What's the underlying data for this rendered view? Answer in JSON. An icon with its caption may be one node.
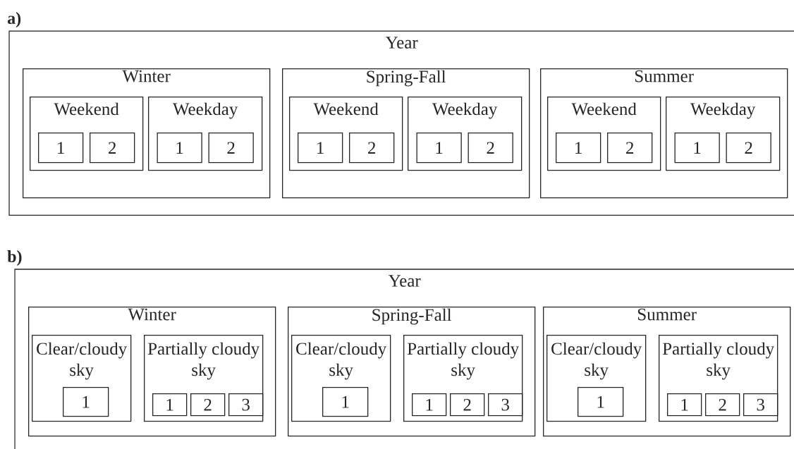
{
  "diagram": {
    "nodes": [
      {
        "text": [
          "Year"
        ]
      },
      {
        "text": [
          "Winter"
        ],
        "in": 0
      },
      {
        "text": [
          "Weekend"
        ],
        "in": 1
      },
      {
        "text": [
          "1"
        ],
        "in": 2
      },
      {
        "text": [
          "2"
        ],
        "in": 2
      },
      {
        "text": [
          "Weekday"
        ],
        "in": 1
      },
      {
        "text": [
          "1"
        ],
        "in": 5
      },
      {
        "text": [
          "2"
        ],
        "in": 5
      },
      {
        "text": [
          "Spring-Fall"
        ],
        "in": 0
      },
      {
        "text": [
          "Weekend"
        ],
        "in": 8
      },
      {
        "text": [
          "1"
        ],
        "in": 9
      },
      {
        "text": [
          "2"
        ],
        "in": 9
      },
      {
        "text": [
          "Weekday"
        ],
        "in": 8
      },
      {
        "text": [
          "1"
        ],
        "in": 12
      },
      {
        "text": [
          "2"
        ],
        "in": 12
      },
      {
        "text": [
          "Summer"
        ],
        "in": 0
      },
      {
        "text": [
          "Weekend"
        ],
        "in": 15
      },
      {
        "text": [
          "1"
        ],
        "in": 16
      },
      {
        "text": [
          "2"
        ],
        "in": 16
      },
      {
        "text": [
          "Weekday"
        ],
        "in": 15
      },
      {
        "text": [
          "1"
        ],
        "in": 19
      },
      {
        "text": [
          "2"
        ],
        "in": 19
      },
      {
        "text": [
          "Year"
        ]
      },
      {
        "text": [
          "Winter"
        ],
        "in": 22
      },
      {
        "text": [
          "Clear/cloudy sky"
        ],
        "in": 23
      },
      {
        "text": [
          "1"
        ],
        "in": 24
      },
      {
        "text": [
          "Partially cloudy sky"
        ],
        "in": 23
      },
      {
        "text": [
          "1"
        ],
        "in": 26
      },
      {
        "text": [
          "2"
        ],
        "in": 26
      },
      {
        "text": [
          "3"
        ],
        "in": 26
      },
      {
        "text": [
          "Spring-Fall"
        ],
        "in": 22
      },
      {
        "text": [
          "Clear/cloudy sky"
        ],
        "in": 30
      },
      {
        "text": [
          "1"
        ],
        "in": 31
      },
      {
        "text": [
          "Partially cloudy sky"
        ],
        "in": 30
      },
      {
        "text": [
          "1"
        ],
        "in": 33
      },
      {
        "text": [
          "2"
        ],
        "in": 33
      },
      {
        "text": [
          "3"
        ],
        "in": 33
      },
      {
        "text": [
          "Summer"
        ],
        "in": 22
      },
      {
        "text": [
          "Clear/cloudy sky"
        ],
        "in": 37
      },
      {
        "text": [
          "1"
        ],
        "in": 38
      },
      {
        "text": [
          "Partially cloudy sky"
        ],
        "in": 37
      },
      {
        "text": [
          "1"
        ],
        "in": 40
      },
      {
        "text": [
          "2"
        ],
        "in": 40
      },
      {
        "text": [
          "3"
        ],
        "in": 40
      }
    ],
    "labels": [
      "a)",
      "b)"
    ]
  }
}
